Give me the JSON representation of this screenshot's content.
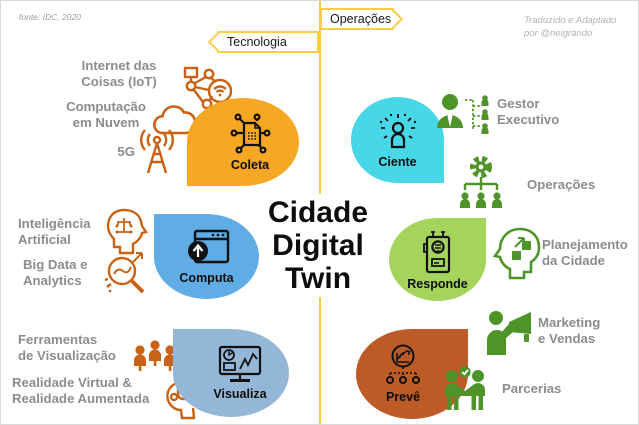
{
  "meta": {
    "source_note": "fonte: IDC, 2020",
    "credit": "Traduzido e Adaptado\npor @neigrando"
  },
  "header": {
    "operations": "Operações",
    "technology": "Tecnologia"
  },
  "title": {
    "text": "Cidade\nDigital\nTwin"
  },
  "petals": {
    "coleta": {
      "label": "Coleta",
      "color": "#F6A724",
      "icon": "chip-network-icon"
    },
    "ciente": {
      "label": "Ciente",
      "color": "#47D7E6",
      "icon": "aware-person-icon"
    },
    "computa": {
      "label": "Computa",
      "color": "#60ACE4",
      "icon": "app-upload-icon"
    },
    "responde": {
      "label": "Responde",
      "color": "#A4D45C",
      "icon": "radio-icon"
    },
    "visualiza": {
      "label": "Visualiza",
      "color": "#94B7D8",
      "icon": "dashboard-monitor-icon"
    },
    "preve": {
      "label": "Prevê",
      "color": "#BD5B27",
      "icon": "forecast-chart-icon"
    }
  },
  "technology_items": [
    {
      "label": "Internet das\nCoisas (IoT)",
      "icon": "iot-network-icon"
    },
    {
      "label": "Computação\nem Nuvem",
      "icon": "cloud-icon"
    },
    {
      "label": "5G",
      "icon": "antenna-5g-icon"
    },
    {
      "label": "Inteligência\nArtificial",
      "icon": "ai-head-icon"
    },
    {
      "label": "Big Data e\nAnalytics",
      "icon": "analytics-magnifier-icon"
    },
    {
      "label": "Ferramentas\nde Visualização",
      "icon": "visualization-people-icon"
    },
    {
      "label": "Realidade Virtual &\nRealidade Aumentada",
      "icon": "vr-headset-icon"
    }
  ],
  "operations_items": [
    {
      "label": "Gestor\nExecutivo",
      "icon": "executive-orgchart-icon"
    },
    {
      "label": "Operações",
      "icon": "gear-orgchart-icon"
    },
    {
      "label": "Planejamento\nda Cidade",
      "icon": "planning-head-icon"
    },
    {
      "label": "Marketing\ne Vendas",
      "icon": "megaphone-person-icon"
    },
    {
      "label": "Parcerias",
      "icon": "partnership-icon"
    }
  ],
  "colors": {
    "accent_gold": "#FBCB4A",
    "orange_icon": "#C96214",
    "green_icon": "#4E9428",
    "label_gray": "#8C8C8C"
  }
}
